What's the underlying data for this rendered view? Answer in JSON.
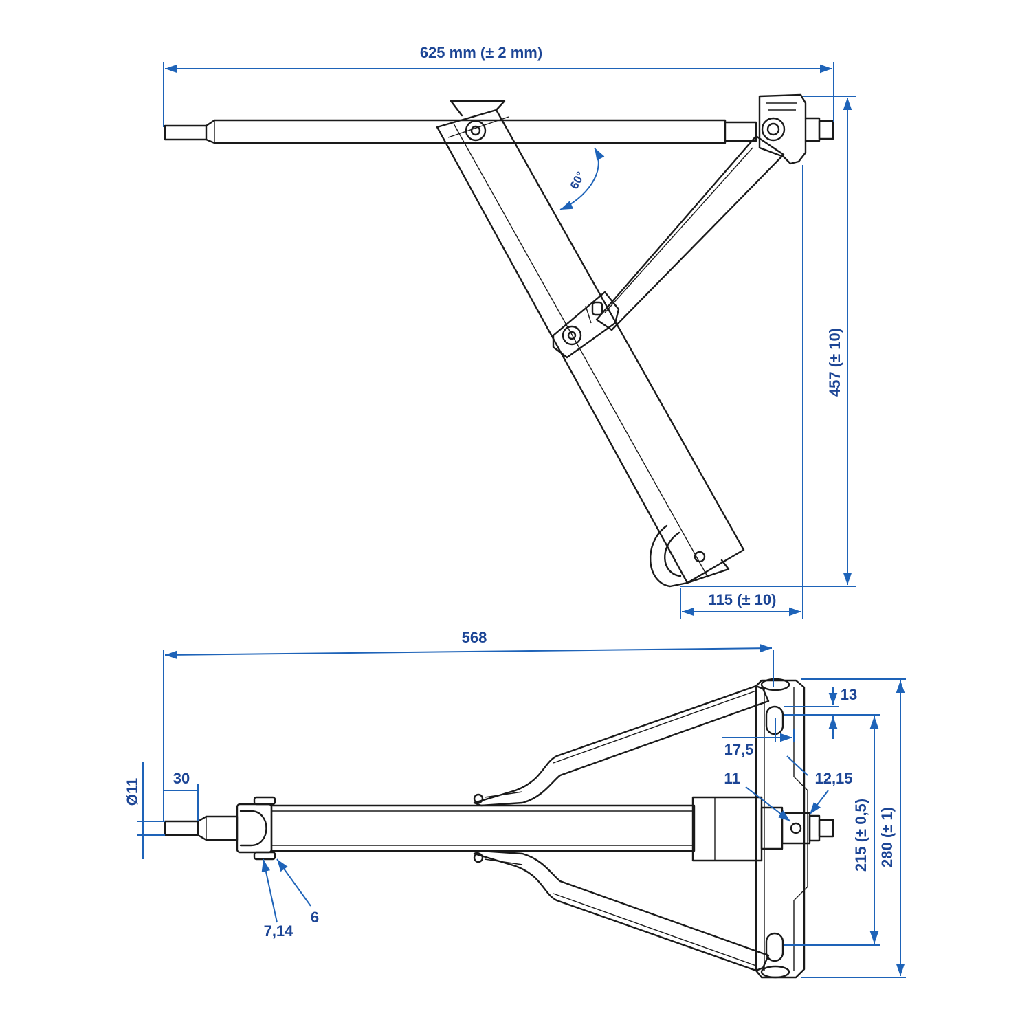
{
  "colors": {
    "dimension": "#1e63b8",
    "dimension_text": "#1c4595",
    "part_outline": "#1a1a1a"
  },
  "side_view": {
    "overall_length": "625 mm (± 2 mm)",
    "height": "457 (± 10)",
    "foot_offset": "115 (± 10)",
    "angle": "60°"
  },
  "top_view": {
    "length": "568",
    "shaft_length": "30",
    "shaft_diameter": "Ø11",
    "slot_width": "13",
    "slot_offset": "17,5",
    "part_11": "11",
    "part_12_15": "12,15",
    "part_6": "6",
    "part_7_14": "7,14",
    "hole_spacing": "215 (± 0,5)",
    "width": "280 (± 1)"
  }
}
